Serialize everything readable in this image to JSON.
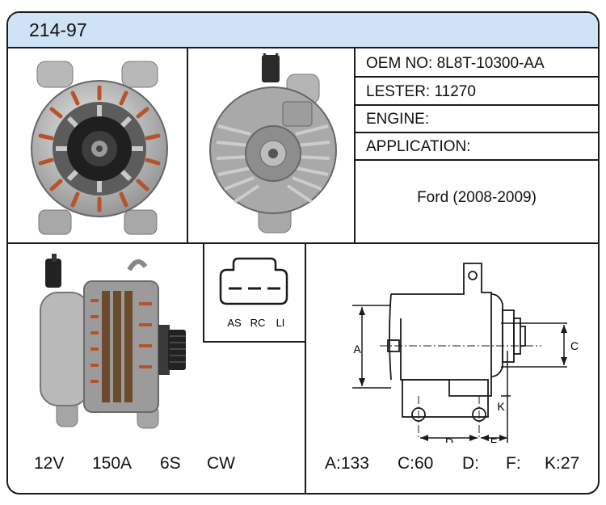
{
  "header": {
    "part_number": "214-97"
  },
  "info": {
    "oem": "OEM NO: 8L8T-10300-AA",
    "lester": "LESTER: 11270",
    "engine": "ENGINE:",
    "application": "APPLICATION:",
    "application_value": "Ford (2008-2009)"
  },
  "connector": {
    "pins": [
      "AS",
      "RC",
      "LI"
    ]
  },
  "specs": {
    "voltage": "12V",
    "amperage": "150A",
    "pulley": "6S",
    "rotation": "CW"
  },
  "dimension_labels": {
    "a": "A",
    "c": "C",
    "d": "D",
    "f": "F",
    "k": "K"
  },
  "dimensions": {
    "a": "A:133",
    "c": "C:60",
    "d": "D:",
    "f": "F:",
    "k": "K:27"
  },
  "colors": {
    "header_bg": "#cfe3f6",
    "border": "#1a1a1a",
    "winding": "#b5532b"
  }
}
